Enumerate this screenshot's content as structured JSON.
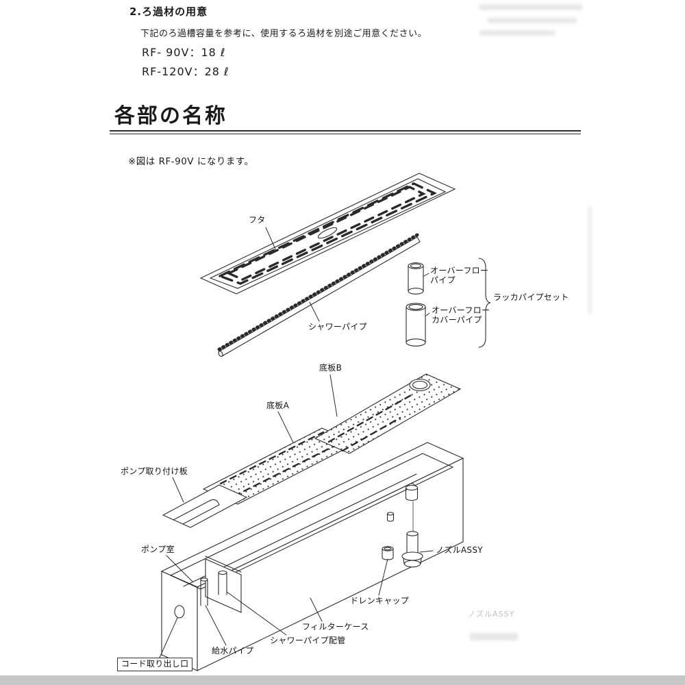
{
  "page": {
    "prep_section": {
      "heading": "2.ろ過材の用意",
      "body": "下記のろ過槽容量を参考に、使用するろ過材を別途ご用意ください。",
      "capacity_rf90": "RF- 90V：18 ℓ",
      "capacity_rf120": "RF-120V：28 ℓ"
    },
    "parts_section": {
      "heading": "各部の名称",
      "note": "※図は RF-90V になります。"
    },
    "diagram_labels": {
      "lid": "フタ",
      "shower_pipe": "シャワーパイプ",
      "overflow_pipe": "オーバーフロー\nパイプ",
      "overflow_cover_pipe": "オーバーフロー\nカバーパイプ",
      "rakka_pipe_set": "ラッカパイプセット",
      "bottom_plate_b": "底板B",
      "bottom_plate_a": "底板A",
      "pump_mount_plate": "ポンプ取り付け板",
      "pump_chamber": "ポンプ室",
      "nozzle_assy": "ノズルASSY",
      "drain_cap": "ドレンキャップ",
      "filter_case": "フィルターケース",
      "shower_pipe_piping": "シャワーパイプ配管",
      "water_supply_pipe": "給水パイプ",
      "cord_outlet": "コード取り出し口"
    },
    "ghost_text": {
      "nozzle_assy": "ノズルASSY"
    }
  }
}
